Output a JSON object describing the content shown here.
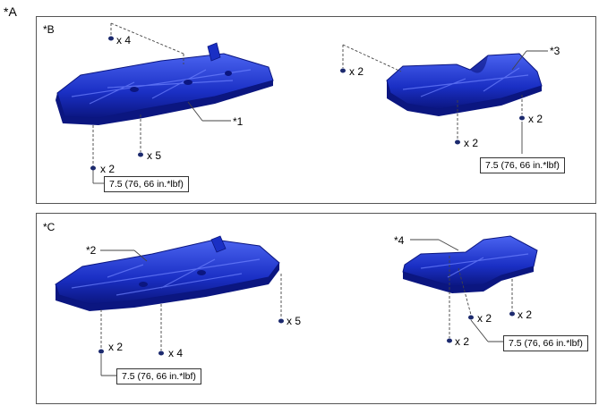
{
  "figure_label": "*A",
  "sections": [
    {
      "label": "*B",
      "callouts": [
        "*1",
        "*3"
      ],
      "fastener_counts": [
        "x 4",
        "x 5",
        "x 2",
        "x 2",
        "x 2",
        "x 2"
      ],
      "torque_specs": [
        "7.5 (76, 66 in.*lbf)",
        "7.5 (76, 66 in.*lbf)"
      ]
    },
    {
      "label": "*C",
      "callouts": [
        "*2",
        "*4"
      ],
      "fastener_counts": [
        "x 2",
        "x 4",
        "x 5",
        "x 2",
        "x 2",
        "x 2"
      ],
      "torque_specs": [
        "7.5 (76, 66 in.*lbf)",
        "7.5 (76, 66 in.*lbf)"
      ]
    }
  ],
  "colors": {
    "part_fill": "#1a2fc4",
    "part_dark": "#0b1680",
    "part_light": "#4a63f0",
    "bolt": "#1c2a6e"
  }
}
